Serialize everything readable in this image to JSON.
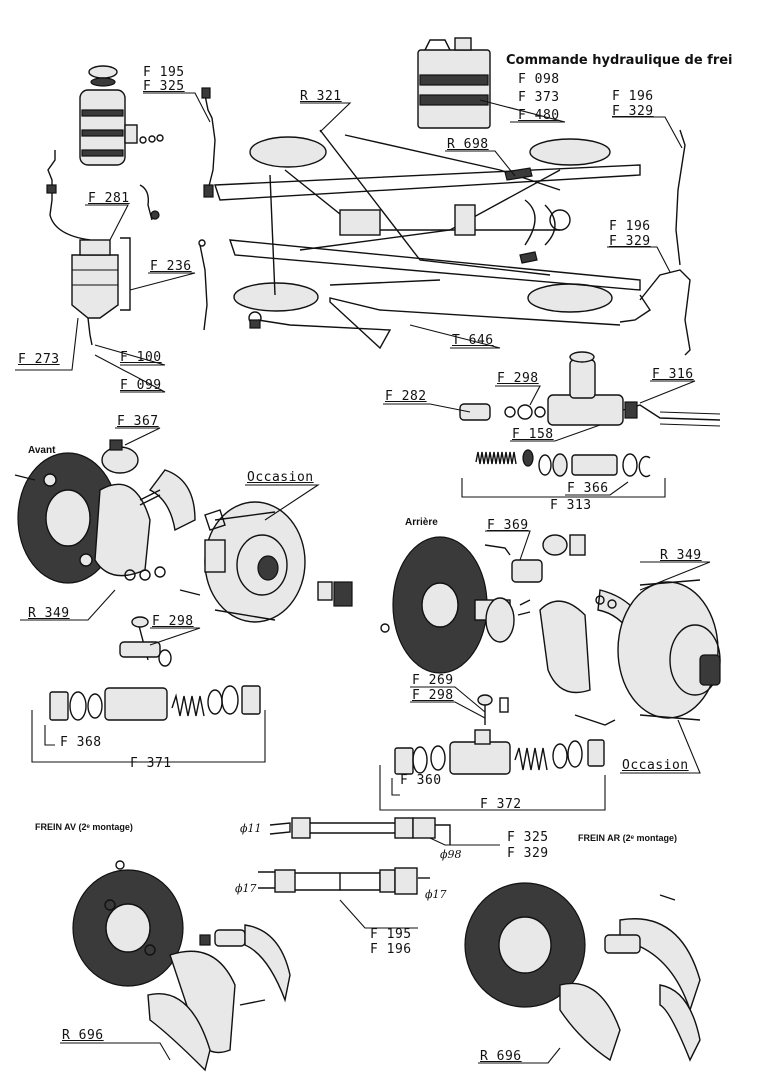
{
  "header": {
    "title": "Commande hydraulique de frei"
  },
  "labels": {
    "f195a": "F 195",
    "f325a": "F 325",
    "r321": "R 321",
    "f098": "F 098",
    "f373": "F 373",
    "f480": "F 480",
    "f196a": "F 196",
    "f329a": "F 329",
    "r698": "R 698",
    "f281": "F 281",
    "f236": "F 236",
    "f196b": "F 196",
    "f329b": "F 329",
    "f273": "F 273",
    "f100": "F 100",
    "f099": "F 099",
    "t646": "T 646",
    "f298a": "F 298",
    "f316": "F 316",
    "f282": "F 282",
    "f158": "F 158",
    "f366": "F 366",
    "f313": "F 313",
    "f367": "F 367",
    "avant": "Avant",
    "occasion1": "Occasion",
    "arriere": "Arrière",
    "f369": "F 369",
    "r349a": "R 349",
    "r349b": "R 349",
    "f298b": "F 298",
    "f368": "F 368",
    "f371": "F 371",
    "f269": "F 269",
    "f298c": "F 298",
    "f360": "F 360",
    "f372": "F 372",
    "occasion2": "Occasion",
    "frein_av": "FREIN AV (2ᵉ montage)",
    "frein_ar": "FREIN AR (2ᵉ montage)",
    "phi11": "ϕ11",
    "phi98": "ϕ98",
    "phi17a": "ϕ17",
    "phi17b": "ϕ17",
    "f325b": "F 325",
    "f329c": "F 329",
    "f195b": "F 195",
    "f196c": "F 196",
    "r696a": "R 696",
    "r696b": "R 696"
  }
}
